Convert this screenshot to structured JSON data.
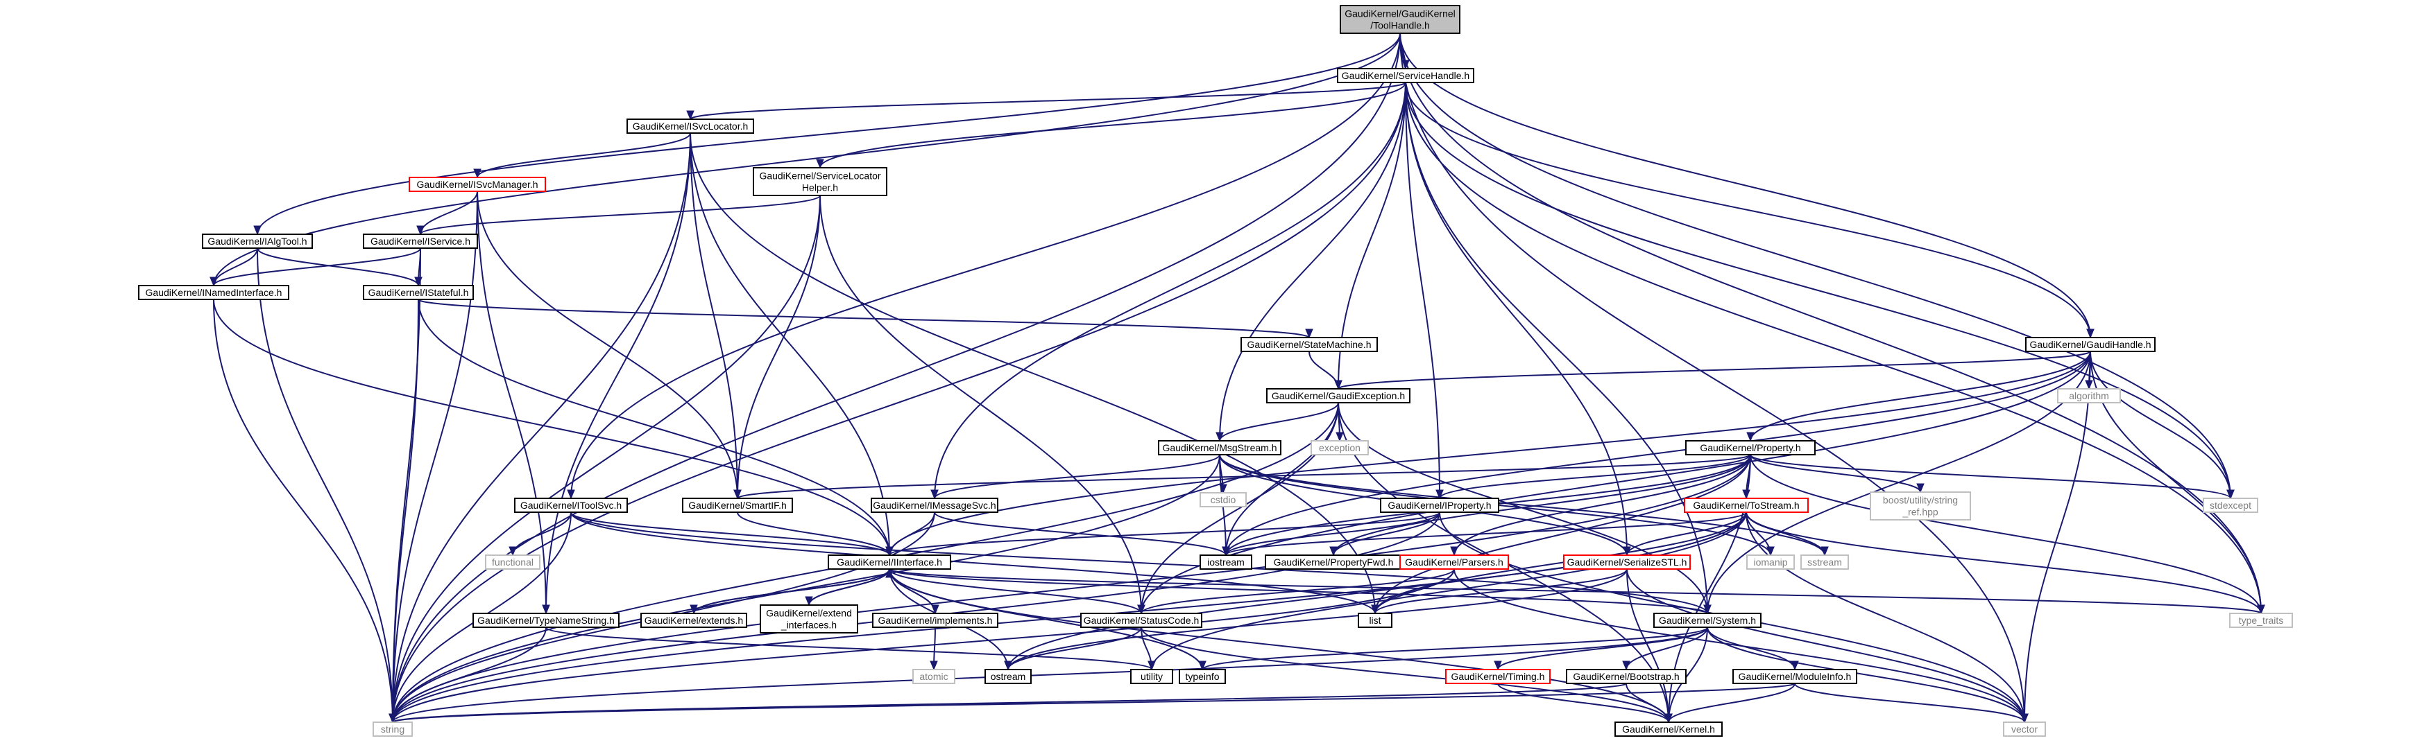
{
  "nodes": {
    "toolhandle": {
      "lines": [
        "GaudiKernel/GaudiKernel",
        "/ToolHandle.h"
      ],
      "style": "root"
    },
    "servicehandle": {
      "lines": [
        "GaudiKernel/ServiceHandle.h"
      ],
      "style": "black"
    },
    "isvclocator": {
      "lines": [
        "GaudiKernel/ISvcLocator.h"
      ],
      "style": "black"
    },
    "isvcmanager": {
      "lines": [
        "GaudiKernel/ISvcManager.h"
      ],
      "style": "red"
    },
    "servicelocatorhelper": {
      "lines": [
        "GaudiKernel/ServiceLocator",
        "Helper.h"
      ],
      "style": "black"
    },
    "ialgtool": {
      "lines": [
        "GaudiKernel/IAlgTool.h"
      ],
      "style": "black"
    },
    "iservice": {
      "lines": [
        "GaudiKernel/IService.h"
      ],
      "style": "black"
    },
    "inamedinterface": {
      "lines": [
        "GaudiKernel/INamedInterface.h"
      ],
      "style": "black"
    },
    "istateful": {
      "lines": [
        "GaudiKernel/IStateful.h"
      ],
      "style": "black"
    },
    "statemachine": {
      "lines": [
        "GaudiKernel/StateMachine.h"
      ],
      "style": "black"
    },
    "gaudihandle": {
      "lines": [
        "GaudiKernel/GaudiHandle.h"
      ],
      "style": "black"
    },
    "algorithm": {
      "lines": [
        "algorithm"
      ],
      "style": "grey"
    },
    "gaudiexception": {
      "lines": [
        "GaudiKernel/GaudiException.h"
      ],
      "style": "black"
    },
    "exception": {
      "lines": [
        "exception"
      ],
      "style": "grey"
    },
    "msgstream": {
      "lines": [
        "GaudiKernel/MsgStream.h"
      ],
      "style": "black"
    },
    "cstdio": {
      "lines": [
        "cstdio"
      ],
      "style": "grey"
    },
    "property": {
      "lines": [
        "GaudiKernel/Property.h"
      ],
      "style": "black"
    },
    "boostref": {
      "lines": [
        "boost/utility/string",
        "_ref.hpp"
      ],
      "style": "grey"
    },
    "stdexcept": {
      "lines": [
        "stdexcept"
      ],
      "style": "grey"
    },
    "itoolsvc": {
      "lines": [
        "GaudiKernel/IToolSvc.h"
      ],
      "style": "black"
    },
    "smartif": {
      "lines": [
        "GaudiKernel/SmartIF.h"
      ],
      "style": "black"
    },
    "imessagesvc": {
      "lines": [
        "GaudiKernel/IMessageSvc.h"
      ],
      "style": "black"
    },
    "iproperty": {
      "lines": [
        "GaudiKernel/IProperty.h"
      ],
      "style": "black"
    },
    "tostream": {
      "lines": [
        "GaudiKernel/ToStream.h"
      ],
      "style": "red"
    },
    "functional": {
      "lines": [
        "functional"
      ],
      "style": "grey"
    },
    "iostream": {
      "lines": [
        "iostream"
      ],
      "style": "black"
    },
    "propertyfwd": {
      "lines": [
        "GaudiKernel/PropertyFwd.h"
      ],
      "style": "black"
    },
    "iomanip": {
      "lines": [
        "iomanip"
      ],
      "style": "grey"
    },
    "sstream": {
      "lines": [
        "sstream"
      ],
      "style": "grey"
    },
    "parsers": {
      "lines": [
        "GaudiKernel/Parsers.h"
      ],
      "style": "red"
    },
    "serializestl": {
      "lines": [
        "GaudiKernel/SerializeSTL.h"
      ],
      "style": "red"
    },
    "iinterface": {
      "lines": [
        "GaudiKernel/IInterface.h"
      ],
      "style": "black"
    },
    "list": {
      "lines": [
        "list"
      ],
      "style": "black"
    },
    "typetraits": {
      "lines": [
        "type_traits"
      ],
      "style": "grey"
    },
    "typenamestring": {
      "lines": [
        "GaudiKernel/TypeNameString.h"
      ],
      "style": "black"
    },
    "extends": {
      "lines": [
        "GaudiKernel/extends.h"
      ],
      "style": "black"
    },
    "extendinterfaces": {
      "lines": [
        "GaudiKernel/extend",
        "_interfaces.h"
      ],
      "style": "black"
    },
    "implements": {
      "lines": [
        "GaudiKernel/implements.h"
      ],
      "style": "black"
    },
    "statuscode": {
      "lines": [
        "GaudiKernel/StatusCode.h"
      ],
      "style": "black"
    },
    "system": {
      "lines": [
        "GaudiKernel/System.h"
      ],
      "style": "black"
    },
    "atomic": {
      "lines": [
        "atomic"
      ],
      "style": "grey"
    },
    "ostream": {
      "lines": [
        "ostream"
      ],
      "style": "black"
    },
    "utility": {
      "lines": [
        "utility"
      ],
      "style": "black"
    },
    "typeinfo": {
      "lines": [
        "typeinfo"
      ],
      "style": "black"
    },
    "timing": {
      "lines": [
        "GaudiKernel/Timing.h"
      ],
      "style": "red"
    },
    "bootstrap": {
      "lines": [
        "GaudiKernel/Bootstrap.h"
      ],
      "style": "black"
    },
    "moduleinfo": {
      "lines": [
        "GaudiKernel/ModuleInfo.h"
      ],
      "style": "black"
    },
    "string": {
      "lines": [
        "string"
      ],
      "style": "grey"
    },
    "kernel": {
      "lines": [
        "GaudiKernel/Kernel.h"
      ],
      "style": "black"
    },
    "vector": {
      "lines": [
        "vector"
      ],
      "style": "grey"
    }
  },
  "edges": [
    [
      "toolhandle",
      "servicehandle"
    ],
    [
      "toolhandle",
      "ialgtool"
    ],
    [
      "toolhandle",
      "inamedinterface"
    ],
    [
      "toolhandle",
      "itoolsvc"
    ],
    [
      "toolhandle",
      "gaudihandle"
    ],
    [
      "toolhandle",
      "string"
    ],
    [
      "toolhandle",
      "vector"
    ],
    [
      "toolhandle",
      "typetraits"
    ],
    [
      "toolhandle",
      "stdexcept"
    ],
    [
      "servicehandle",
      "isvclocator"
    ],
    [
      "servicehandle",
      "servicelocatorhelper"
    ],
    [
      "servicehandle",
      "gaudihandle"
    ],
    [
      "servicehandle",
      "gaudiexception"
    ],
    [
      "servicehandle",
      "msgstream"
    ],
    [
      "servicehandle",
      "imessagesvc"
    ],
    [
      "servicehandle",
      "iproperty"
    ],
    [
      "servicehandle",
      "system"
    ],
    [
      "servicehandle",
      "string"
    ],
    [
      "servicehandle",
      "typetraits"
    ],
    [
      "servicehandle",
      "stdexcept"
    ],
    [
      "servicehandle",
      "serializestl"
    ],
    [
      "isvclocator",
      "isvcmanager"
    ],
    [
      "isvclocator",
      "smartif"
    ],
    [
      "isvclocator",
      "iinterface"
    ],
    [
      "isvclocator",
      "typenamestring"
    ],
    [
      "isvclocator",
      "string"
    ],
    [
      "isvclocator",
      "list"
    ],
    [
      "isvcmanager",
      "iservice"
    ],
    [
      "isvcmanager",
      "smartif"
    ],
    [
      "isvcmanager",
      "typenamestring"
    ],
    [
      "isvcmanager",
      "string"
    ],
    [
      "servicelocatorhelper",
      "iservice"
    ],
    [
      "servicelocatorhelper",
      "smartif"
    ],
    [
      "servicelocatorhelper",
      "statuscode"
    ],
    [
      "servicelocatorhelper",
      "string"
    ],
    [
      "ialgtool",
      "inamedinterface"
    ],
    [
      "ialgtool",
      "istateful"
    ],
    [
      "ialgtool",
      "string"
    ],
    [
      "iservice",
      "inamedinterface"
    ],
    [
      "iservice",
      "istateful"
    ],
    [
      "iservice",
      "string"
    ],
    [
      "inamedinterface",
      "iinterface"
    ],
    [
      "inamedinterface",
      "string"
    ],
    [
      "istateful",
      "statemachine"
    ],
    [
      "istateful",
      "iinterface"
    ],
    [
      "istateful",
      "string"
    ],
    [
      "statemachine",
      "gaudiexception"
    ],
    [
      "gaudihandle",
      "gaudiexception"
    ],
    [
      "gaudihandle",
      "property"
    ],
    [
      "gaudihandle",
      "iinterface"
    ],
    [
      "gaudihandle",
      "system"
    ],
    [
      "gaudihandle",
      "algorithm"
    ],
    [
      "gaudihandle",
      "stdexcept"
    ],
    [
      "gaudihandle",
      "typetraits"
    ],
    [
      "gaudihandle",
      "vector"
    ],
    [
      "gaudihandle",
      "iostream"
    ],
    [
      "gaudihandle",
      "statuscode"
    ],
    [
      "gaudiexception",
      "msgstream"
    ],
    [
      "gaudiexception",
      "statuscode"
    ],
    [
      "gaudiexception",
      "system"
    ],
    [
      "gaudiexception",
      "exception"
    ],
    [
      "gaudiexception",
      "iostream"
    ],
    [
      "gaudiexception",
      "string"
    ],
    [
      "gaudiexception",
      "kernel"
    ],
    [
      "msgstream",
      "imessagesvc"
    ],
    [
      "msgstream",
      "serializestl"
    ],
    [
      "msgstream",
      "cstdio"
    ],
    [
      "msgstream",
      "string"
    ],
    [
      "msgstream",
      "iomanip"
    ],
    [
      "msgstream",
      "sstream"
    ],
    [
      "msgstream",
      "iostream"
    ],
    [
      "property",
      "iproperty"
    ],
    [
      "property",
      "propertyfwd"
    ],
    [
      "property",
      "tostream"
    ],
    [
      "property",
      "parsers"
    ],
    [
      "property",
      "boostref"
    ],
    [
      "property",
      "stdexcept"
    ],
    [
      "property",
      "iostream"
    ],
    [
      "property",
      "smartif"
    ],
    [
      "property",
      "typetraits"
    ],
    [
      "property",
      "list"
    ],
    [
      "property",
      "kernel"
    ],
    [
      "property",
      "string"
    ],
    [
      "itoolsvc",
      "iinterface"
    ],
    [
      "itoolsvc",
      "system"
    ],
    [
      "itoolsvc",
      "functional"
    ],
    [
      "itoolsvc",
      "list"
    ],
    [
      "itoolsvc",
      "string"
    ],
    [
      "smartif",
      "iinterface"
    ],
    [
      "imessagesvc",
      "iinterface"
    ],
    [
      "imessagesvc",
      "iostream"
    ],
    [
      "imessagesvc",
      "string"
    ],
    [
      "iproperty",
      "iinterface"
    ],
    [
      "iproperty",
      "propertyfwd"
    ],
    [
      "iproperty",
      "iostream"
    ],
    [
      "iproperty",
      "string"
    ],
    [
      "iproperty",
      "vector"
    ],
    [
      "tostream",
      "serializestl"
    ],
    [
      "tostream",
      "iomanip"
    ],
    [
      "tostream",
      "sstream"
    ],
    [
      "tostream",
      "iostream"
    ],
    [
      "tostream",
      "list"
    ],
    [
      "tostream",
      "typetraits"
    ],
    [
      "tostream",
      "vector"
    ],
    [
      "tostream",
      "utility"
    ],
    [
      "tostream",
      "ostream"
    ],
    [
      "tostream",
      "string"
    ],
    [
      "parsers",
      "statuscode"
    ],
    [
      "parsers",
      "list"
    ],
    [
      "parsers",
      "string"
    ],
    [
      "parsers",
      "vector"
    ],
    [
      "serializestl",
      "kernel"
    ],
    [
      "serializestl",
      "list"
    ],
    [
      "serializestl",
      "ostream"
    ],
    [
      "serializestl",
      "vector"
    ],
    [
      "iinterface",
      "extends"
    ],
    [
      "iinterface",
      "extendinterfaces"
    ],
    [
      "iinterface",
      "implements"
    ],
    [
      "iinterface",
      "statuscode"
    ],
    [
      "iinterface",
      "system"
    ],
    [
      "iinterface",
      "kernel"
    ],
    [
      "iinterface",
      "ostream"
    ],
    [
      "iinterface",
      "typeinfo"
    ],
    [
      "iinterface",
      "typetraits"
    ],
    [
      "extends",
      "iinterface"
    ],
    [
      "extendinterfaces",
      "iinterface"
    ],
    [
      "implements",
      "iinterface"
    ],
    [
      "implements",
      "atomic"
    ],
    [
      "typenamestring",
      "string"
    ],
    [
      "typenamestring",
      "utility"
    ],
    [
      "statuscode",
      "ostream"
    ],
    [
      "statuscode",
      "utility"
    ],
    [
      "statuscode",
      "kernel"
    ],
    [
      "system",
      "timing"
    ],
    [
      "system",
      "bootstrap"
    ],
    [
      "system",
      "moduleinfo"
    ],
    [
      "system",
      "kernel"
    ],
    [
      "system",
      "typeinfo"
    ],
    [
      "system",
      "string"
    ],
    [
      "system",
      "vector"
    ],
    [
      "timing",
      "kernel"
    ],
    [
      "bootstrap",
      "kernel"
    ],
    [
      "bootstrap",
      "string"
    ],
    [
      "moduleinfo",
      "kernel"
    ],
    [
      "moduleinfo",
      "string"
    ],
    [
      "moduleinfo",
      "vector"
    ]
  ]
}
